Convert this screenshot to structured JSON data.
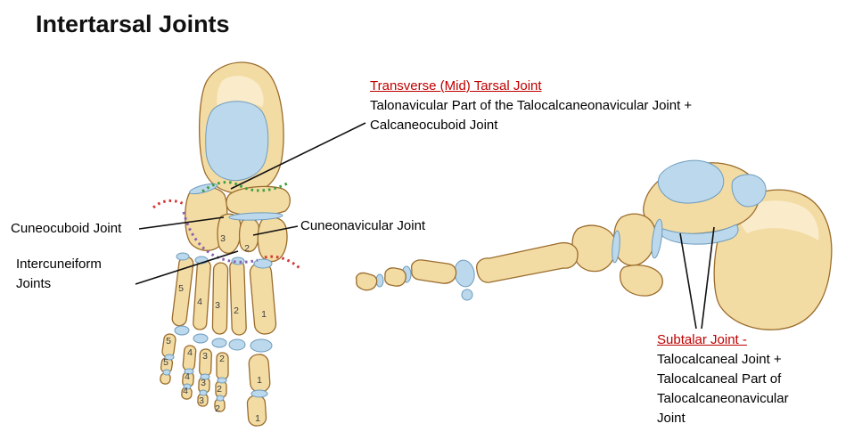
{
  "title": "Intertarsal Joints",
  "labels": {
    "transverse_tarsal": {
      "heading": "Transverse (Mid) Tarsal Joint",
      "desc_line1": "Talonavicular Part of the Talocalcaneonavicular Joint +",
      "desc_line2": "Calcaneocuboid Joint"
    },
    "cuneocuboid": "Cuneocuboid Joint",
    "cuneonavicular": "Cuneonavicular Joint",
    "intercuneiform_line1": "Intercuneiform",
    "intercuneiform_line2": "Joints",
    "subtalar": {
      "heading": "Subtalar Joint -",
      "desc_line1": "Talocalcaneal Joint +",
      "desc_line2": "Talocalcaneal Part of",
      "desc_line3": "Talocalcaneonavicular",
      "desc_line4": "Joint"
    }
  },
  "bone_numbers": [
    "3",
    "2",
    "5",
    "4",
    "3",
    "2",
    "1",
    "5",
    "4",
    "3",
    "2",
    "5",
    "4",
    "3",
    "2",
    "4",
    "3",
    "2",
    "1",
    "1"
  ],
  "colors": {
    "heading_red": "#c00000",
    "text_black": "#000000",
    "bone_fill": "#f3dca4",
    "bone_outline": "#9a6c2c",
    "cartilage_blue": "#bcd8ec",
    "dotted_green": "#3f9e3f",
    "dotted_red": "#d43535",
    "dotted_purple": "#8a5fae"
  }
}
